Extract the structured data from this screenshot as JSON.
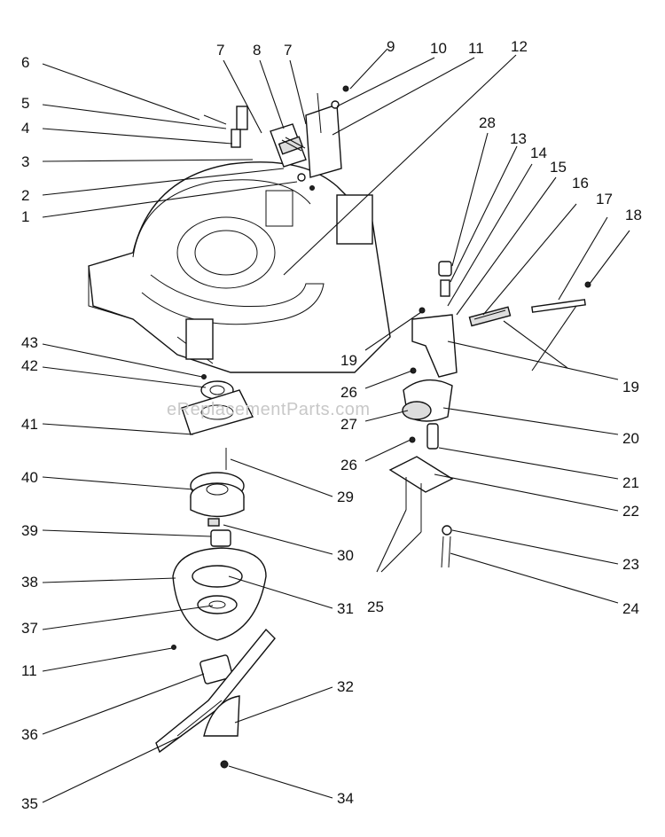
{
  "watermark": "eReplacementParts.com",
  "callouts": {
    "c1": "1",
    "c2": "2",
    "c3": "3",
    "c4": "4",
    "c5": "5",
    "c6": "6",
    "c7a": "7",
    "c7b": "7",
    "c8": "8",
    "c9": "9",
    "c10": "10",
    "c11a": "11",
    "c12": "12",
    "c13": "13",
    "c14": "14",
    "c15": "15",
    "c16": "16",
    "c17": "17",
    "c18": "18",
    "c19a": "19",
    "c19b": "19",
    "c20": "20",
    "c21": "21",
    "c22": "22",
    "c23": "23",
    "c24": "24",
    "c25": "25",
    "c26a": "26",
    "c26b": "26",
    "c27": "27",
    "c28": "28",
    "c29": "29",
    "c30": "30",
    "c31": "31",
    "c32": "32",
    "c34": "34",
    "c35": "35",
    "c36": "36",
    "c37": "37",
    "c38": "38",
    "c39": "39",
    "c40": "40",
    "c41": "41",
    "c42": "42",
    "c43": "43",
    "c11b": "11"
  }
}
